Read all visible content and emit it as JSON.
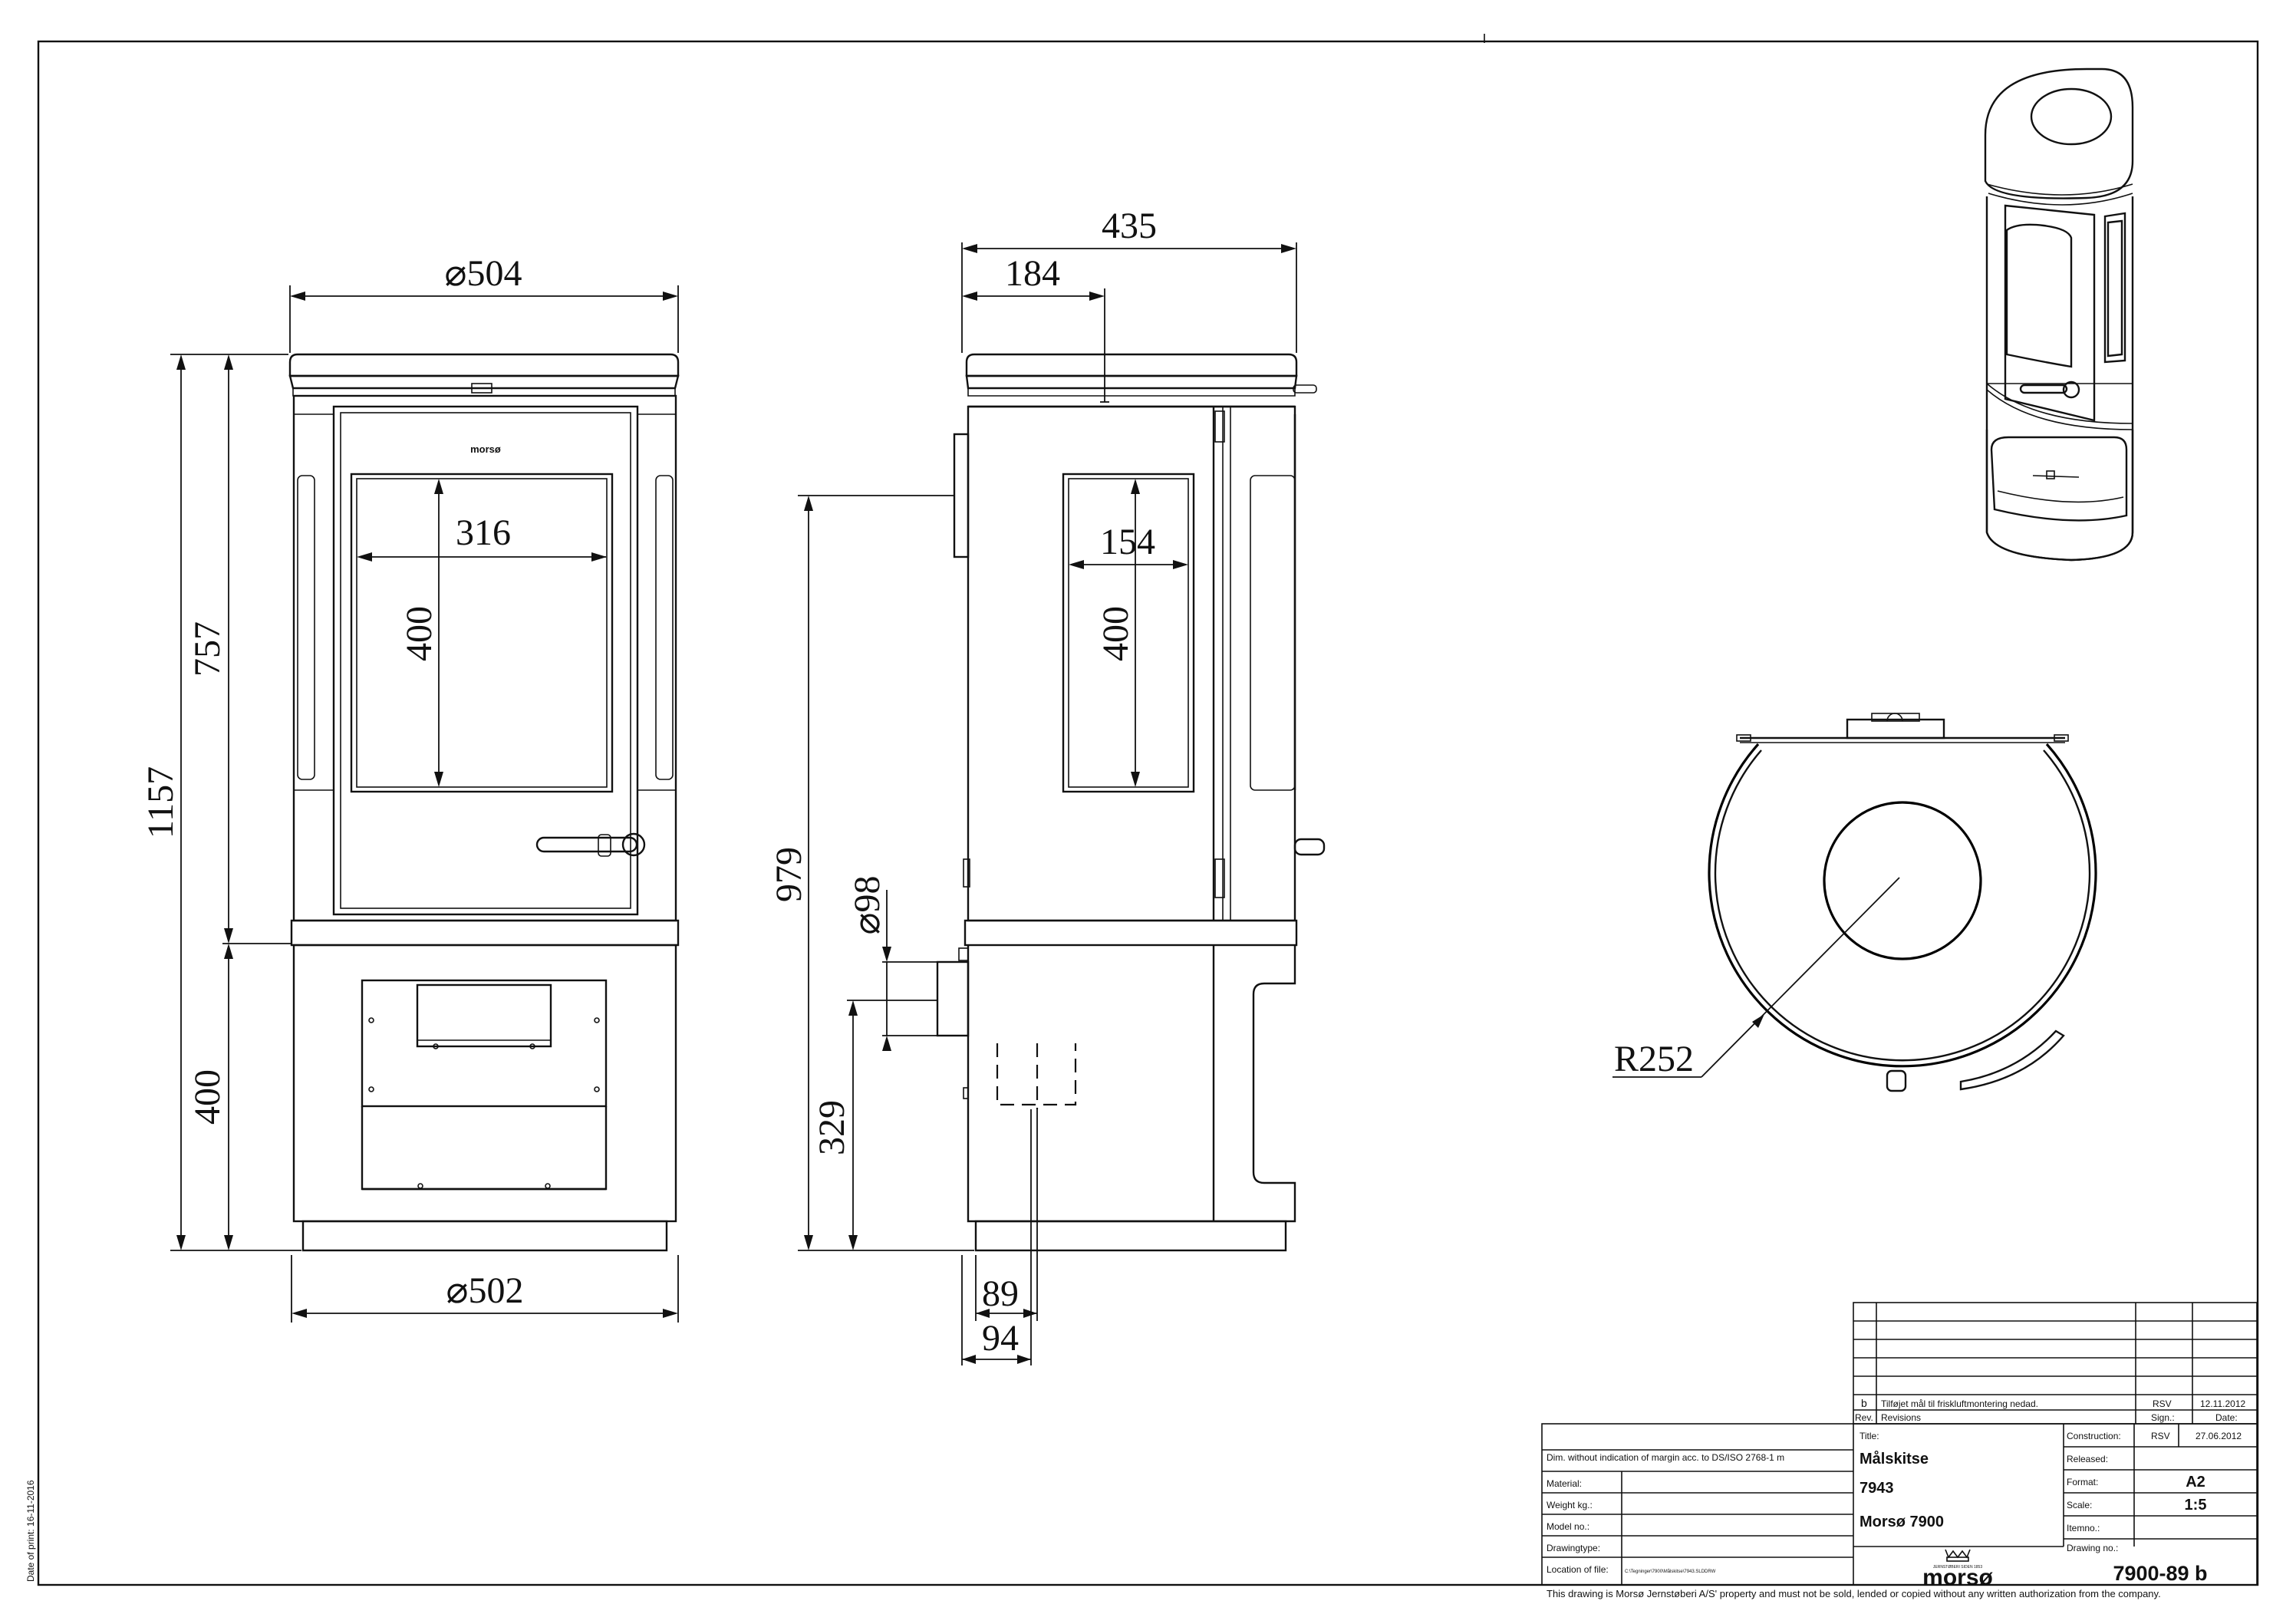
{
  "dimensions": {
    "front_top_diameter": "504",
    "front_window_width": "316",
    "front_window_height": "400",
    "front_upper_height": "757",
    "total_height": "1157",
    "front_base_height": "400",
    "front_bottom_diameter": "502",
    "side_depth": "435",
    "side_flue_offset": "184",
    "side_window_width": "154",
    "side_window_height": "400",
    "side_flue_height": "979",
    "air_inlet_diameter": "98",
    "air_inlet_height": "329",
    "air_offset_1": "89",
    "air_offset_2": "94",
    "top_radius": "R252"
  },
  "symbols": {
    "diameter": "⌀"
  },
  "door_brand": "morsø",
  "side_print_date": "Date of print: 16-11-2016",
  "title_block": {
    "revision": {
      "rev": "b",
      "text": "Tilføjet mål til friskluftmontering nedad.",
      "sign": "RSV",
      "date": "12.11.2012"
    },
    "rev_label": "Rev.",
    "revisions_label": "Revisions",
    "sign_label": "Sign.:",
    "date_label": "Date:",
    "title_label": "Title:",
    "title_1": "Målskitse",
    "title_2": "7943",
    "title_3": "Morsø 7900",
    "construction_label": "Construction:",
    "construction_sign": "RSV",
    "construction_date": "27.06.2012",
    "released_label": "Released:",
    "format_label": "Format:",
    "format_value": "A2",
    "scale_label": "Scale:",
    "scale_value": "1:5",
    "itemno_label": "Itemno.:",
    "drawing_no_label": "Drawing no.:",
    "drawing_no": "7900-89 b",
    "dim_note": "Dim. without indication of margin acc. to DS/ISO 2768-1 m",
    "material_label": "Material:",
    "weight_label": "Weight kg.:",
    "model_label": "Model no.:",
    "drawingtype_label": "Drawingtype:",
    "location_label": "Location of file:",
    "location_value": "C:\\Tegninger\\7900\\Målskitse\\7943.SLDDRW",
    "logo": "morsø",
    "logo_sub": "JERNSTØBERI SIDEN 1853",
    "disclaimer": "This drawing is Morsø Jernstøberi A/S' property and must not be sold, lended or copied without any written authorization from the company."
  }
}
